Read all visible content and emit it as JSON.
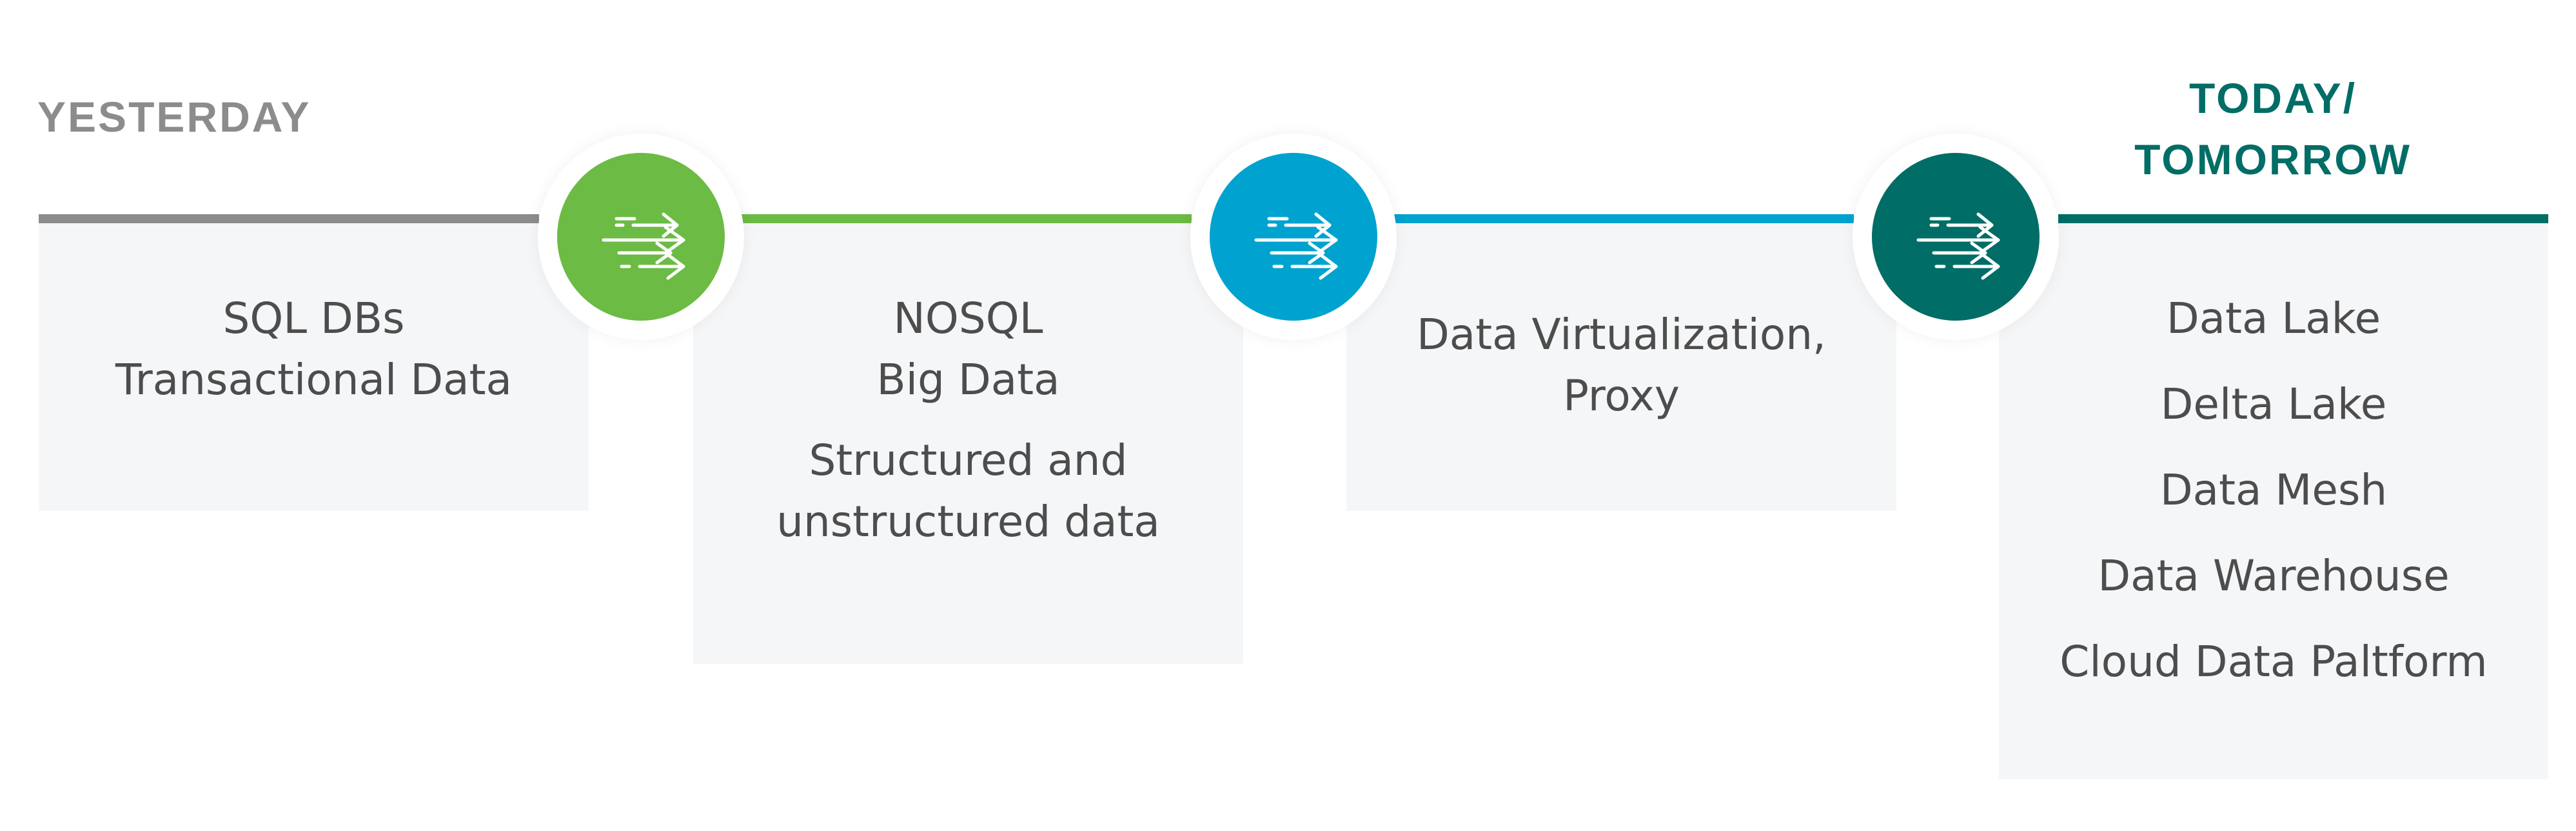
{
  "headings": {
    "left": "YESTERDAY",
    "right_line1": "TODAY/",
    "right_line2": "TOMORROW"
  },
  "colors": {
    "yesterday": "#8c8c8c",
    "stage2": "#6cbb44",
    "stage3": "#00a3cf",
    "today": "#006d66",
    "box_background": "#f5f6f8",
    "text": "#4d4d4d"
  },
  "stages": [
    {
      "lines": [
        "SQL DBs",
        "Transactional Data"
      ]
    },
    {
      "lines": [
        "NOSQL",
        "Big Data",
        "Structured and",
        "unstructured data"
      ]
    },
    {
      "lines": [
        "Data Virtualization,",
        "Proxy"
      ]
    },
    {
      "lines": [
        "Data Lake",
        "Delta Lake",
        "Data Mesh",
        "Data Warehouse",
        "Cloud Data Paltform"
      ]
    }
  ],
  "connectors": [
    {
      "icon": "speed-arrows-icon",
      "color": "#6cbb44"
    },
    {
      "icon": "speed-arrows-icon",
      "color": "#00a3cf"
    },
    {
      "icon": "speed-arrows-icon",
      "color": "#006d66"
    }
  ]
}
